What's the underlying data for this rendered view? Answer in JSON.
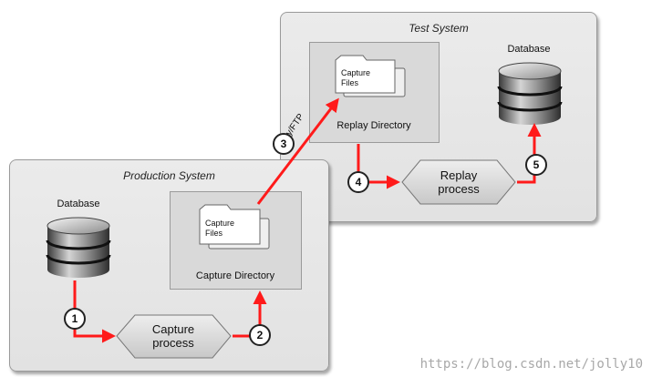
{
  "test_system": {
    "title": "Test System",
    "replay_directory": {
      "label": "Replay Directory",
      "file_label_1": "Capture",
      "file_label_2": "Files"
    },
    "database_label": "Database",
    "replay_process": {
      "line1": "Replay",
      "line2": "process"
    }
  },
  "production_system": {
    "title": "Production System",
    "database_label": "Database",
    "capture_directory": {
      "label": "Capture Directory",
      "file_label_1": "Capture",
      "file_label_2": "Files"
    },
    "capture_process": {
      "line1": "Capture",
      "line2": "process"
    }
  },
  "copy_label": "Copy/FTP",
  "steps": [
    "1",
    "2",
    "3",
    "4",
    "5"
  ],
  "colors": {
    "arrow": "#ff1a1a",
    "panel": "#e6e6e6",
    "dir_box": "#d9d9d9"
  },
  "watermark": "https://blog.csdn.net/jolly10"
}
